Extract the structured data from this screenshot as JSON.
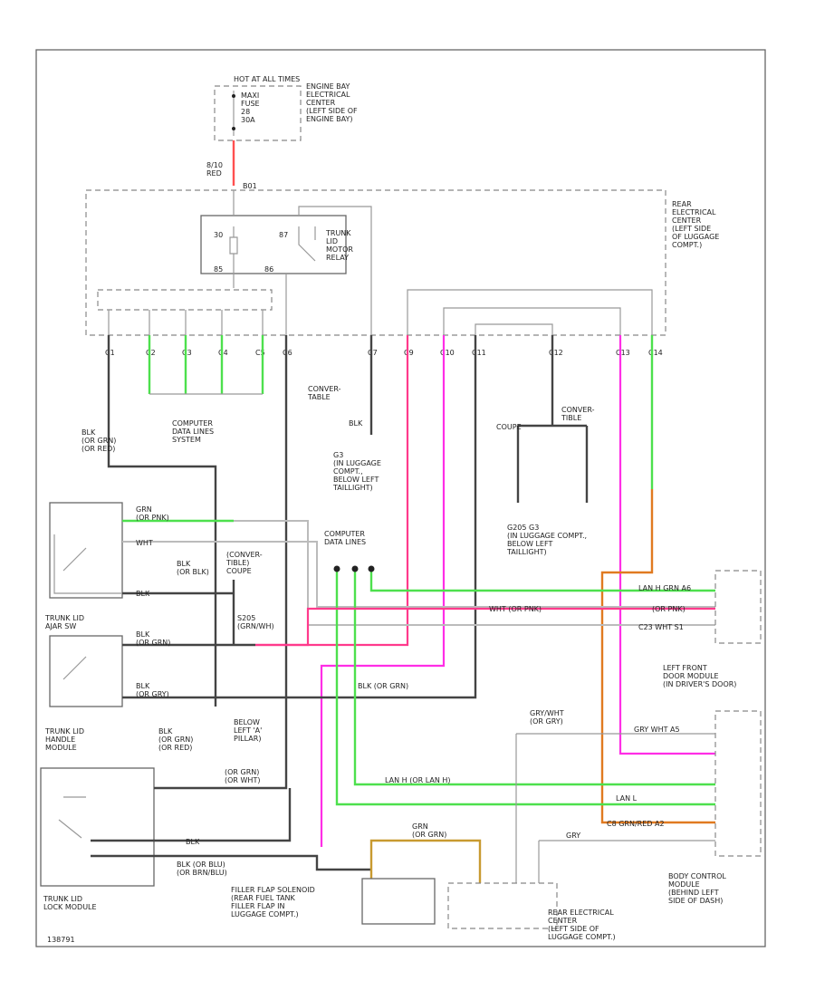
{
  "labels": {
    "hot_at_all_times": "HOT AT ALL TIMES",
    "fuse": "MAXI\nFUSE\n28\n30A",
    "engine_bay_center": "ENGINE BAY\nELECTRICAL\nCENTER\n(LEFT SIDE OF\nENGINE BAY)",
    "wire_red": "8/10\nRED",
    "conn_b01": "B01",
    "rear_center": "REAR\nELECTRICAL\nCENTER\n(LEFT SIDE\nOF LUGGAGE\nCOMPT.)",
    "relay_30": "30",
    "relay_87": "87",
    "relay_86": "86",
    "relay_85": "85",
    "relay": "TRUNK\nLID\nMOTOR\nRELAY",
    "data_lines_system": "COMPUTER\nDATA LINES\nSYSTEM",
    "blk_grn_red": "BLK\n(OR GRN)\n(OR RED)",
    "converter_table_1": "CONVER-\nTABLE",
    "blk_1": "BLK",
    "g3_location": "G3\n(IN LUGGAGE\nCOMPT.,\nBELOW LEFT\nTAILLIGHT)",
    "converter_table_2": "CONVER-\nTIBLE",
    "coupe": "COUPE",
    "data_lines_2": "COMPUTER\nDATA LINES",
    "g205_g3": "G205    G3\n(IN LUGGAGE COMPT.,\nBELOW LEFT\nTAILLIGHT)",
    "grn_or_pnk": "GRN\n(OR PNK)",
    "wht": "WHT",
    "blk_or_blk": "BLK\n(OR BLK)",
    "blk_short": "BLK",
    "conv_coupe": "(CONVER-\nTIBLE)\nCOUPE",
    "s205_grn": "S205\n(GRN/WH)",
    "trunk_lid_ajar": "TRUNK LID\nAJAR SW",
    "blk_or_grn_1": "BLK\n(OR GRN)",
    "blk_or_grn_2": "BLK\n(OR GRY)",
    "blk_or_grn_3": "BLK (OR GRN)",
    "handle_module": "TRUNK LID\nHANDLE\nMODULE",
    "blk_or_grn_red_2": "BLK\n(OR GRN)\n(OR RED)",
    "below_pillar": "BELOW\nLEFT 'A'\nPILLAR)",
    "or_grn": "(OR GRN)\n(OR WHT)",
    "blk_r": "BLK",
    "blk_or_blu": "BLK (OR BLU)\n(OR BRN/BLU)",
    "lock_module": "TRUNK LID\nLOCK MODULE",
    "lan_h": "LAN H      (OR LAN H)",
    "lan_l": "LAN L",
    "grn_tan": "GRN\n(OR GRN)",
    "filler_flap": "FILLER FLAP SOLENOID\n(REAR FUEL TANK\nFILLER FLAP IN\nLUGGAGE COMPT.)",
    "rear_center_2": "REAR ELECTRICAL\nCENTER\n(LEFT SIDE OF\nLUGGAGE COMPT.)",
    "gry_wht": "GRY/WHT\n(OR GRY)",
    "gry": "GRY",
    "door_module": "LEFT FRONT\nDOOR MODULE\n(IN DRIVER'S DOOR)",
    "bcm": "BODY CONTROL\nMODULE\n(BEHIND LEFT\nSIDE OF DASH)",
    "lan_h_grn": "LAN H  GRN  A6",
    "pnk": "(OR PNK)",
    "c23": "C23 WHT  S1",
    "wht_pnk": "WHT  (OR PNK)",
    "gry_wht_ht": "GRY  WHT  A5",
    "c8_grn": "C8  GRN/RED  A2",
    "part_code": "138791"
  },
  "pin_labels": [
    "C1",
    "C2",
    "C3",
    "C4",
    "C5",
    "C6",
    "C7",
    "C9",
    "C10",
    "C11",
    "C12",
    "C13",
    "C14"
  ],
  "wire_colors": {
    "black": "#444444",
    "pink": "#ff3a8c",
    "magenta": "#ff2ee6",
    "green": "#4de04d",
    "orange": "#e07a20",
    "tan": "#c89a30",
    "red": "#ff5050"
  }
}
